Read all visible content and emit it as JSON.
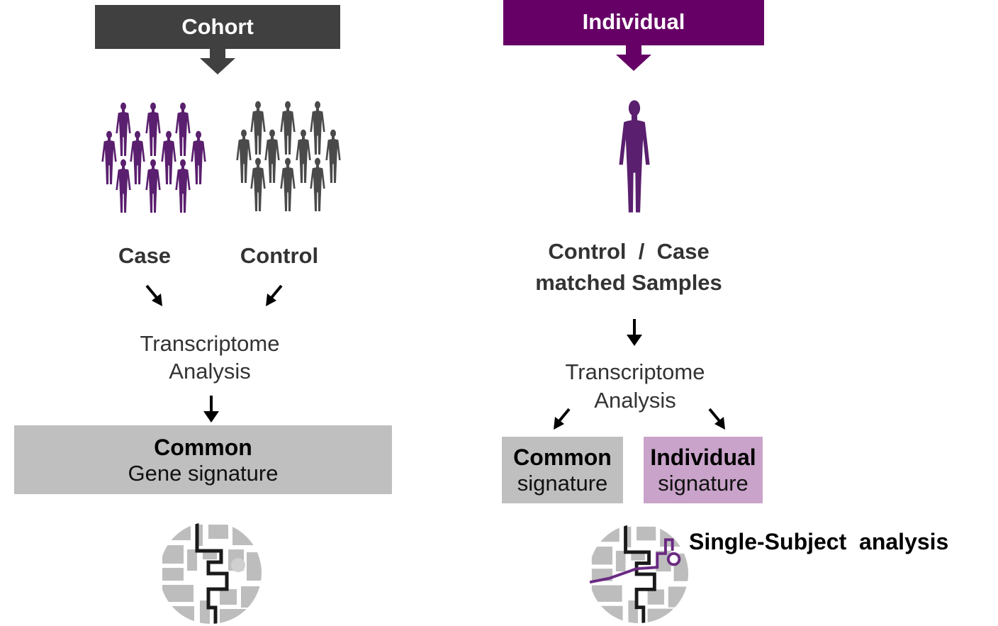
{
  "cohort": {
    "header": "Cohort",
    "group_labels": [
      "Case",
      "Control"
    ],
    "analysis": [
      "Transcriptome",
      "Analysis"
    ],
    "result": {
      "title": "Common",
      "subtitle": "Gene signature"
    }
  },
  "individual": {
    "header": "Individual",
    "samples": [
      "Control  /  Case",
      "matched Samples"
    ],
    "analysis": [
      "Transcriptome",
      "Analysis"
    ],
    "result_common": {
      "title": "Common",
      "subtitle": "signature"
    },
    "result_individual": {
      "title": "Individual",
      "subtitle": "signature"
    },
    "caption": "Single-Subject  analysis"
  },
  "colors": {
    "cohort_header": "#404040",
    "individual_header": "#660066",
    "case_figure": "#5a1f6e",
    "control_figure": "#4a4a4a",
    "common_box": "#bfbfbf",
    "individual_box": "#c9a3c9",
    "map_route_purple": "#6a2a82"
  },
  "icons": [
    "person-figure-icon",
    "arrow-down-icon",
    "route-map-icon"
  ]
}
